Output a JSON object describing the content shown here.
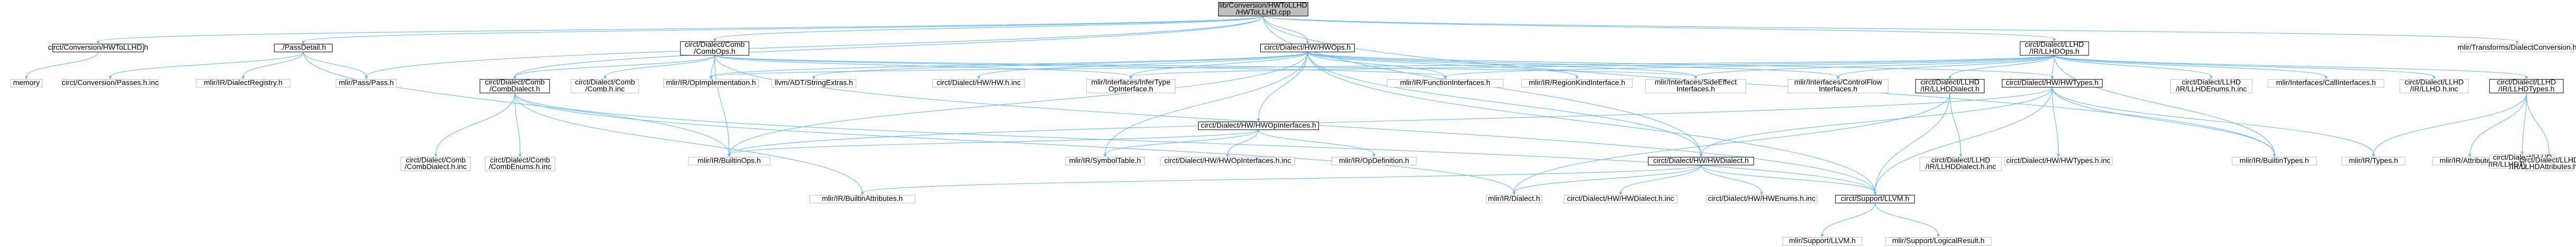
{
  "graph": {
    "nodes": [
      {
        "id": "root",
        "lines": [
          "lib/Conversion/HWToLLHD",
          "/HWToLLHD.cpp"
        ],
        "kind": "root"
      },
      {
        "id": "conv_hwtollhd",
        "lines": [
          "circt/Conversion/HWToLLHD.h"
        ],
        "kind": "inc"
      },
      {
        "id": "passdetail",
        "lines": [
          "./PassDetail.h"
        ],
        "kind": "inc"
      },
      {
        "id": "comb_ops",
        "lines": [
          "circt/Dialect/Comb",
          "/CombOps.h"
        ],
        "kind": "inc"
      },
      {
        "id": "hw_ops",
        "lines": [
          "circt/Dialect/HW/HWOps.h"
        ],
        "kind": "inc"
      },
      {
        "id": "llhd_ops",
        "lines": [
          "circt/Dialect/LLHD",
          "/IR/LLHDOps.h"
        ],
        "kind": "inc"
      },
      {
        "id": "transforms_conv",
        "lines": [
          "mlir/Transforms/DialectConversion.h"
        ],
        "kind": "ext"
      },
      {
        "id": "memory",
        "lines": [
          "memory"
        ],
        "kind": "ext"
      },
      {
        "id": "conv_passes_inc",
        "lines": [
          "circt/Conversion/Passes.h.inc"
        ],
        "kind": "ext"
      },
      {
        "id": "dialect_registry",
        "lines": [
          "mlir/IR/DialectRegistry.h"
        ],
        "kind": "ext"
      },
      {
        "id": "pass_pass",
        "lines": [
          "mlir/Pass/Pass.h"
        ],
        "kind": "ext"
      },
      {
        "id": "comb_dialect",
        "lines": [
          "circt/Dialect/Comb",
          "/CombDialect.h"
        ],
        "kind": "inc"
      },
      {
        "id": "comb_h_inc",
        "lines": [
          "circt/Dialect/Comb",
          "/Comb.h.inc"
        ],
        "kind": "ext"
      },
      {
        "id": "op_impl",
        "lines": [
          "mlir/IR/OpImplementation.h"
        ],
        "kind": "ext"
      },
      {
        "id": "string_extras",
        "lines": [
          "llvm/ADT/StringExtras.h"
        ],
        "kind": "ext"
      },
      {
        "id": "hw_h_inc",
        "lines": [
          "circt/Dialect/HW/HW.h.inc"
        ],
        "kind": "ext"
      },
      {
        "id": "infer_type",
        "lines": [
          "mlir/Interfaces/InferType",
          "OpInterface.h"
        ],
        "kind": "ext"
      },
      {
        "id": "hw_op_interfaces",
        "lines": [
          "circt/Dialect/HW/HWOpInterfaces.h"
        ],
        "kind": "inc"
      },
      {
        "id": "func_interfaces",
        "lines": [
          "mlir/IR/FunctionInterfaces.h"
        ],
        "kind": "ext"
      },
      {
        "id": "region_kind",
        "lines": [
          "mlir/IR/RegionKindInterface.h"
        ],
        "kind": "ext"
      },
      {
        "id": "side_effect",
        "lines": [
          "mlir/Interfaces/SideEffect",
          "Interfaces.h"
        ],
        "kind": "ext"
      },
      {
        "id": "control_flow",
        "lines": [
          "mlir/Interfaces/ControlFlow",
          "Interfaces.h"
        ],
        "kind": "ext"
      },
      {
        "id": "llhd_dialect",
        "lines": [
          "circt/Dialect/LLHD",
          "/IR/LLHDDialect.h"
        ],
        "kind": "inc"
      },
      {
        "id": "hw_types",
        "lines": [
          "circt/Dialect/HW/HWTypes.h"
        ],
        "kind": "inc"
      },
      {
        "id": "llhd_enums_inc",
        "lines": [
          "circt/Dialect/LLHD",
          "/IR/LLHDEnums.h.inc"
        ],
        "kind": "ext"
      },
      {
        "id": "call_iface",
        "lines": [
          "mlir/Interfaces/CallInterfaces.h"
        ],
        "kind": "ext"
      },
      {
        "id": "llhd_h_inc",
        "lines": [
          "circt/Dialect/LLHD",
          "/IR/LLHD.h.inc"
        ],
        "kind": "ext"
      },
      {
        "id": "llhd_types",
        "lines": [
          "circt/Dialect/LLHD",
          "/IR/LLHDTypes.h"
        ],
        "kind": "inc"
      },
      {
        "id": "comb_dialect_inc",
        "lines": [
          "circt/Dialect/Comb",
          "/CombDialect.h.inc"
        ],
        "kind": "ext"
      },
      {
        "id": "comb_enums_inc",
        "lines": [
          "circt/Dialect/Comb",
          "/CombEnums.h.inc"
        ],
        "kind": "ext"
      },
      {
        "id": "builtin_ops",
        "lines": [
          "mlir/IR/BuiltinOps.h"
        ],
        "kind": "ext"
      },
      {
        "id": "symbol_table",
        "lines": [
          "mlir/IR/SymbolTable.h"
        ],
        "kind": "ext"
      },
      {
        "id": "hw_op_iface_inc",
        "lines": [
          "circt/Dialect/HW/HWOpInterfaces.h.inc"
        ],
        "kind": "ext"
      },
      {
        "id": "op_definition",
        "lines": [
          "mlir/IR/OpDefinition.h"
        ],
        "kind": "ext"
      },
      {
        "id": "hw_dialect",
        "lines": [
          "circt/Dialect/HW/HWDialect.h"
        ],
        "kind": "inc"
      },
      {
        "id": "llhd_dialect_inc",
        "lines": [
          "circt/Dialect/LLHD",
          "/IR/LLHDDialect.h.inc"
        ],
        "kind": "ext"
      },
      {
        "id": "hw_types_inc",
        "lines": [
          "circt/Dialect/HW/HWTypes.h.inc"
        ],
        "kind": "ext"
      },
      {
        "id": "builtin_types",
        "lines": [
          "mlir/IR/BuiltinTypes.h"
        ],
        "kind": "ext"
      },
      {
        "id": "ir_types",
        "lines": [
          "mlir/IR/Types.h"
        ],
        "kind": "ext"
      },
      {
        "id": "ir_attributes",
        "lines": [
          "mlir/IR/Attributes.h"
        ],
        "kind": "ext"
      },
      {
        "id": "llhd_types_inc",
        "lines": [
          "circt/Dialect/LLHD",
          "/IR/LLHDTypes.h.inc"
        ],
        "kind": "ext"
      },
      {
        "id": "llhd_attr_inc",
        "lines": [
          "circt/Dialect/LLHD",
          "/IR/LLHDAttributes.h.inc"
        ],
        "kind": "ext"
      },
      {
        "id": "builtin_attrs",
        "lines": [
          "mlir/IR/BuiltinAttributes.h"
        ],
        "kind": "ext"
      },
      {
        "id": "ir_dialect",
        "lines": [
          "mlir/IR/Dialect.h"
        ],
        "kind": "ext"
      },
      {
        "id": "hw_dialect_inc",
        "lines": [
          "circt/Dialect/HW/HWDialect.h.inc"
        ],
        "kind": "ext"
      },
      {
        "id": "hw_enums_inc",
        "lines": [
          "circt/Dialect/HW/HWEnums.h.inc"
        ],
        "kind": "ext"
      },
      {
        "id": "support_llvm",
        "lines": [
          "circt/Support/LLVM.h"
        ],
        "kind": "inc"
      },
      {
        "id": "mlir_support_llvm",
        "lines": [
          "mlir/Support/LLVM.h"
        ],
        "kind": "ext"
      },
      {
        "id": "logical_result",
        "lines": [
          "mlir/Support/LogicalResult.h"
        ],
        "kind": "ext"
      }
    ],
    "edges": [
      [
        "root",
        "conv_hwtollhd"
      ],
      [
        "root",
        "passdetail"
      ],
      [
        "root",
        "comb_ops"
      ],
      [
        "root",
        "hw_ops"
      ],
      [
        "root",
        "llhd_ops"
      ],
      [
        "root",
        "transforms_conv"
      ],
      [
        "root",
        "hw_dialect"
      ],
      [
        "root",
        "pass_pass"
      ],
      [
        "root",
        "comb_dialect"
      ],
      [
        "root",
        "builtin_types"
      ],
      [
        "conv_hwtollhd",
        "memory"
      ],
      [
        "passdetail",
        "conv_passes_inc"
      ],
      [
        "passdetail",
        "dialect_registry"
      ],
      [
        "passdetail",
        "pass_pass"
      ],
      [
        "passdetail",
        "builtin_ops"
      ],
      [
        "comb_ops",
        "comb_dialect"
      ],
      [
        "comb_ops",
        "comb_h_inc"
      ],
      [
        "comb_ops",
        "op_impl"
      ],
      [
        "comb_ops",
        "infer_type"
      ],
      [
        "comb_ops",
        "builtin_ops"
      ],
      [
        "comb_ops",
        "func_interfaces"
      ],
      [
        "comb_ops",
        "side_effect"
      ],
      [
        "comb_ops",
        "support_llvm"
      ],
      [
        "hw_ops",
        "string_extras"
      ],
      [
        "hw_ops",
        "hw_h_inc"
      ],
      [
        "hw_ops",
        "infer_type"
      ],
      [
        "hw_ops",
        "hw_op_interfaces"
      ],
      [
        "hw_ops",
        "func_interfaces"
      ],
      [
        "hw_ops",
        "region_kind"
      ],
      [
        "hw_ops",
        "side_effect"
      ],
      [
        "hw_ops",
        "control_flow"
      ],
      [
        "hw_ops",
        "hw_dialect"
      ],
      [
        "hw_ops",
        "hw_types"
      ],
      [
        "hw_ops",
        "op_impl"
      ],
      [
        "hw_ops",
        "symbol_table"
      ],
      [
        "hw_ops",
        "builtin_ops"
      ],
      [
        "hw_ops",
        "support_llvm"
      ],
      [
        "llhd_ops",
        "llhd_dialect"
      ],
      [
        "llhd_ops",
        "hw_types"
      ],
      [
        "llhd_ops",
        "llhd_enums_inc"
      ],
      [
        "llhd_ops",
        "call_iface"
      ],
      [
        "llhd_ops",
        "llhd_h_inc"
      ],
      [
        "llhd_ops",
        "llhd_types"
      ],
      [
        "llhd_ops",
        "side_effect"
      ],
      [
        "llhd_ops",
        "control_flow"
      ],
      [
        "llhd_ops",
        "func_interfaces"
      ],
      [
        "llhd_ops",
        "infer_type"
      ],
      [
        "llhd_ops",
        "builtin_types"
      ],
      [
        "llhd_ops",
        "op_impl"
      ],
      [
        "comb_dialect",
        "comb_dialect_inc"
      ],
      [
        "comb_dialect",
        "comb_enums_inc"
      ],
      [
        "comb_dialect",
        "builtin_attrs"
      ],
      [
        "comb_dialect",
        "ir_dialect"
      ],
      [
        "comb_dialect",
        "support_llvm"
      ],
      [
        "hw_op_interfaces",
        "symbol_table"
      ],
      [
        "hw_op_interfaces",
        "hw_op_iface_inc"
      ],
      [
        "hw_op_interfaces",
        "op_definition"
      ],
      [
        "hw_op_interfaces",
        "builtin_ops"
      ],
      [
        "llhd_dialect",
        "llhd_dialect_inc"
      ],
      [
        "llhd_dialect",
        "ir_dialect"
      ],
      [
        "llhd_dialect",
        "support_llvm"
      ],
      [
        "hw_types",
        "hw_types_inc"
      ],
      [
        "hw_types",
        "builtin_types"
      ],
      [
        "hw_types",
        "ir_types"
      ],
      [
        "hw_types",
        "hw_dialect"
      ],
      [
        "hw_types",
        "support_llvm"
      ],
      [
        "hw_types",
        "builtin_ops"
      ],
      [
        "llhd_types",
        "ir_types"
      ],
      [
        "llhd_types",
        "ir_attributes"
      ],
      [
        "llhd_types",
        "llhd_types_inc"
      ],
      [
        "llhd_types",
        "llhd_attr_inc"
      ],
      [
        "hw_dialect",
        "builtin_attrs"
      ],
      [
        "hw_dialect",
        "ir_dialect"
      ],
      [
        "hw_dialect",
        "hw_dialect_inc"
      ],
      [
        "hw_dialect",
        "hw_enums_inc"
      ],
      [
        "hw_dialect",
        "support_llvm"
      ],
      [
        "support_llvm",
        "mlir_support_llvm"
      ],
      [
        "support_llvm",
        "logical_result"
      ]
    ]
  }
}
